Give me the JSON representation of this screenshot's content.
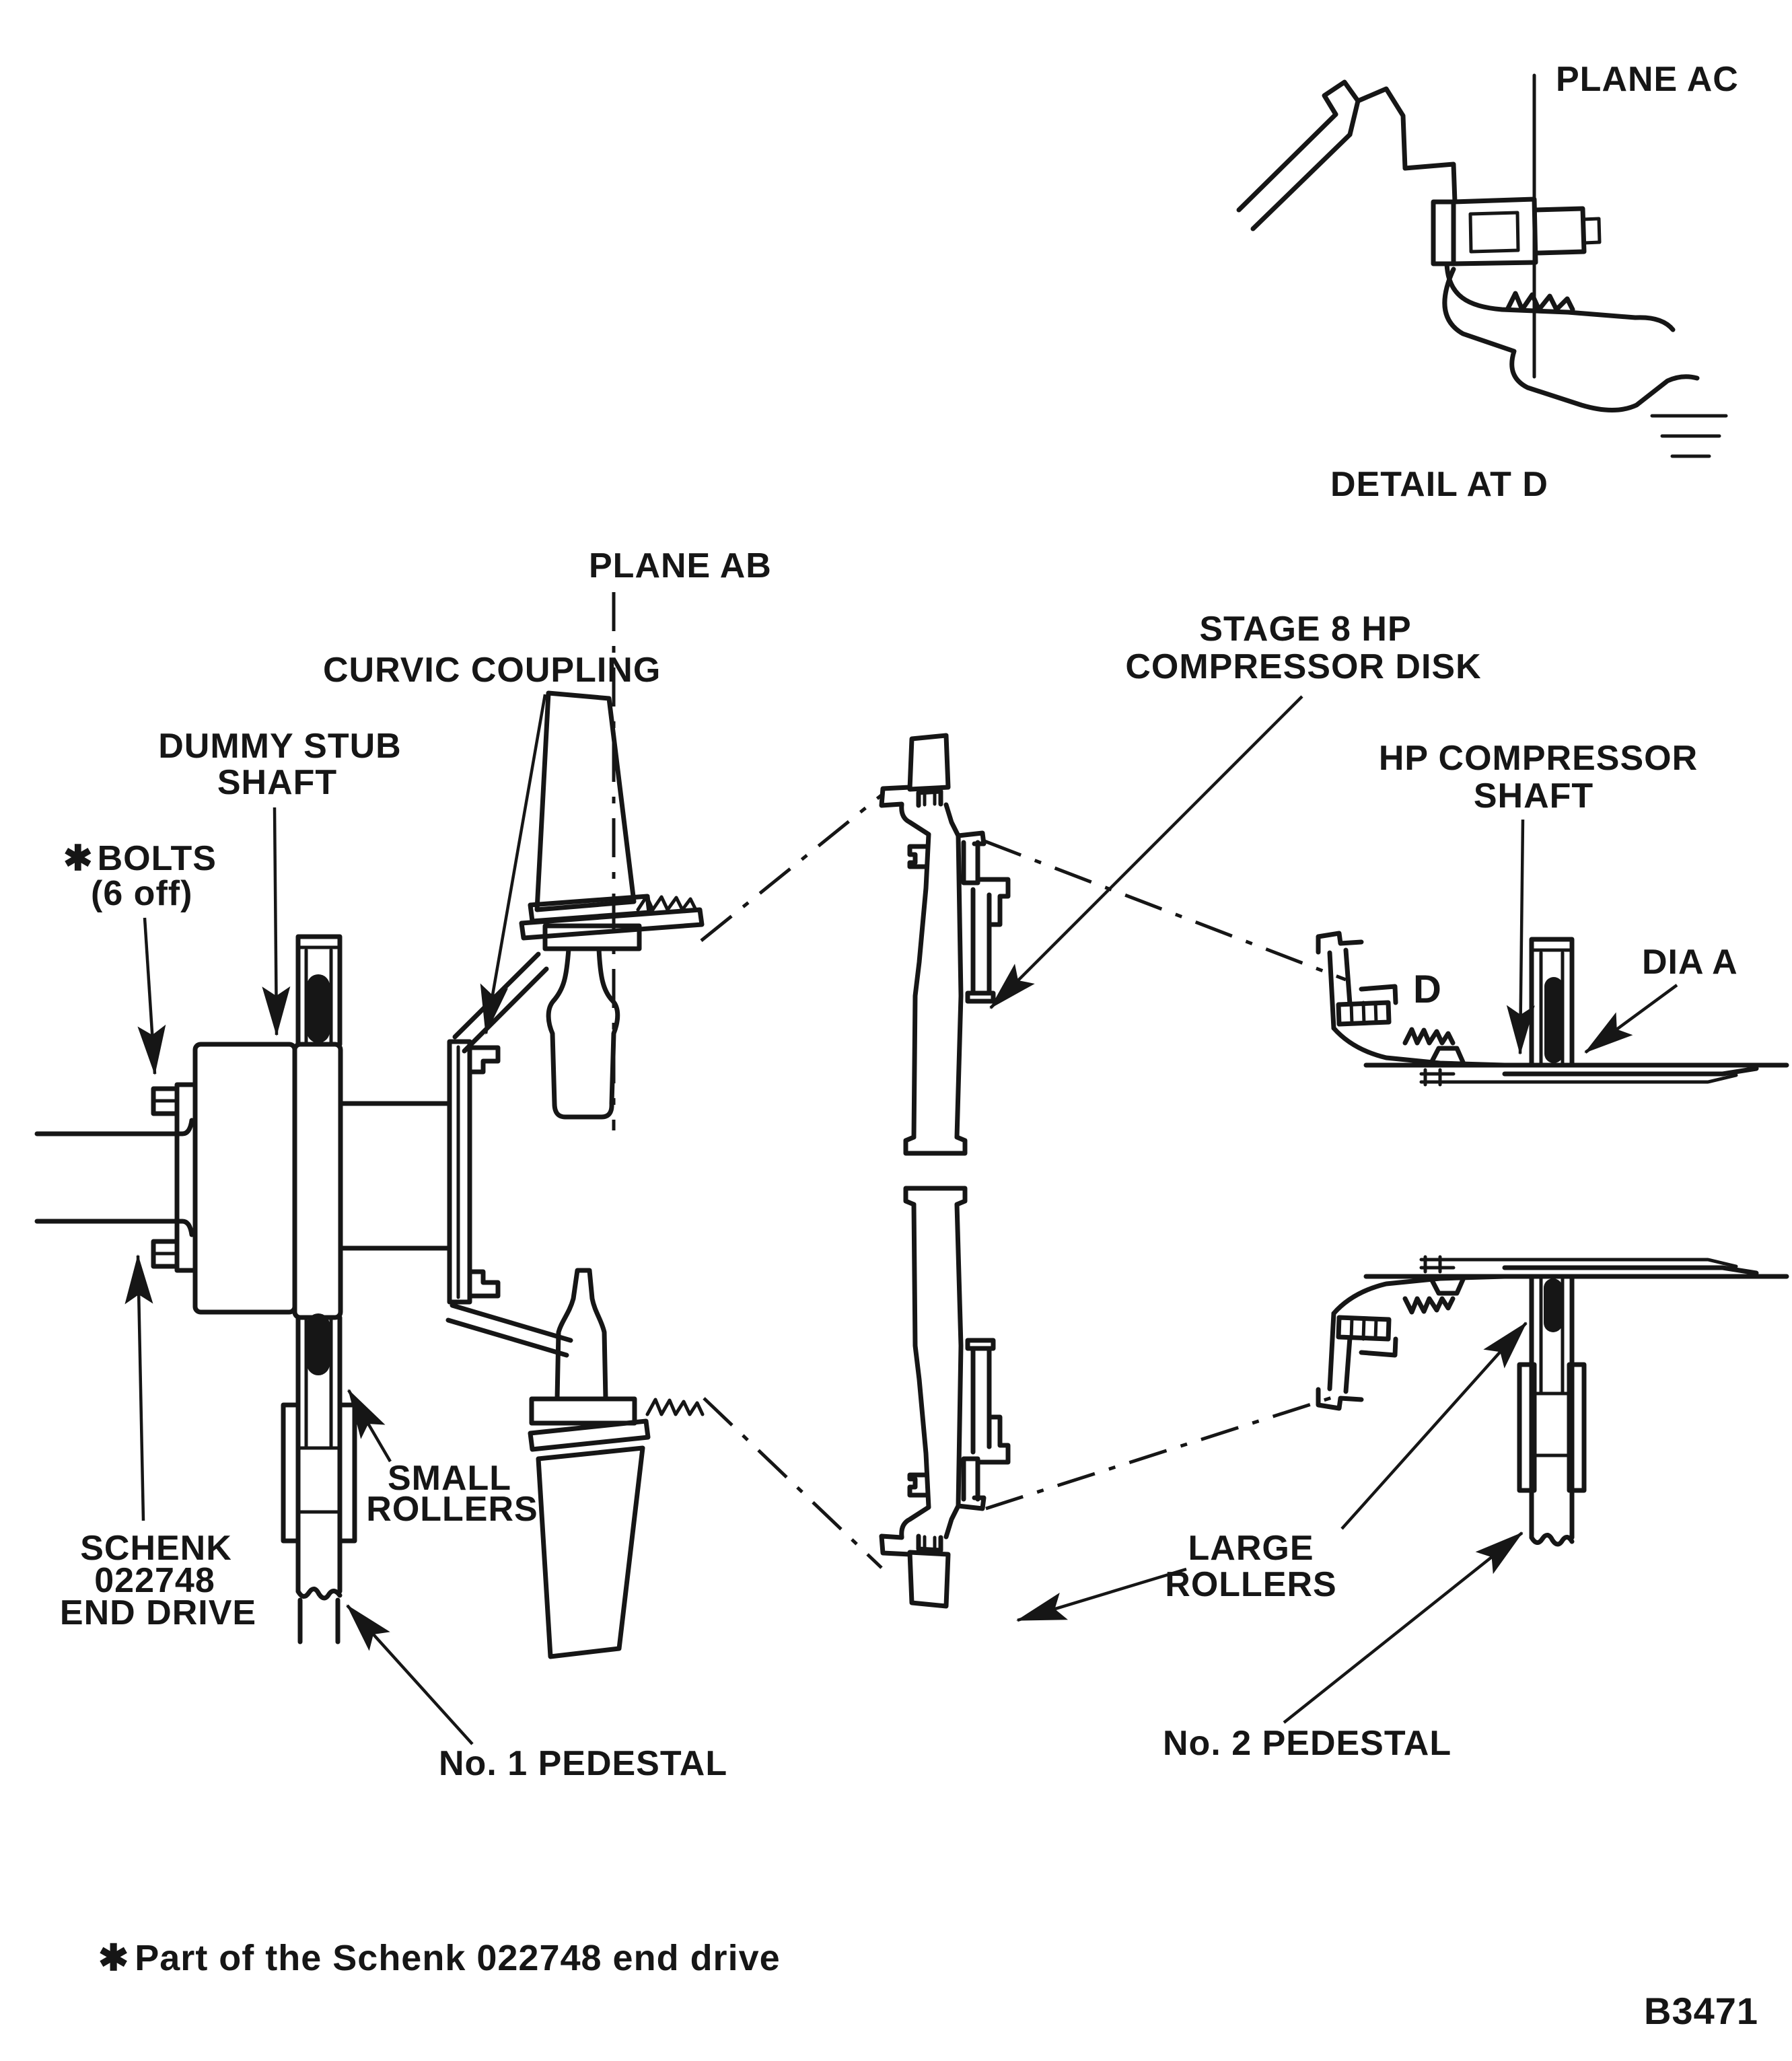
{
  "figure": {
    "reference": "B3471",
    "footnote": {
      "marker": "✱",
      "text": "Part of the Schenk 022748 end drive"
    },
    "detail_view": {
      "plane_label": "PLANE AC",
      "caption": "DETAIL AT D"
    },
    "labels": {
      "plane_ab": "PLANE AB",
      "curvic_coupling": "CURVIC COUPLING",
      "dummy_stub_shaft": [
        "DUMMY STUB",
        "SHAFT"
      ],
      "bolts": {
        "marker": "✱",
        "line1": "BOLTS",
        "line2": "(6 off)"
      },
      "stage8_disk": [
        "STAGE 8 HP",
        "COMPRESSOR DISK"
      ],
      "hp_compressor_shaft": [
        "HP COMPRESSOR",
        "SHAFT"
      ],
      "dia_a": "DIA A",
      "detail_location_marker": "D",
      "schenk_end_drive": [
        "SCHENK",
        "022748",
        "END DRIVE"
      ],
      "small_rollers": [
        "SMALL",
        "ROLLERS"
      ],
      "large_rollers": [
        "LARGE",
        "ROLLERS"
      ],
      "pedestal_1": "No. 1 PEDESTAL",
      "pedestal_2": "No. 2 PEDESTAL"
    },
    "colors": {
      "ink": "#161616",
      "paper": "#ffffff"
    }
  }
}
